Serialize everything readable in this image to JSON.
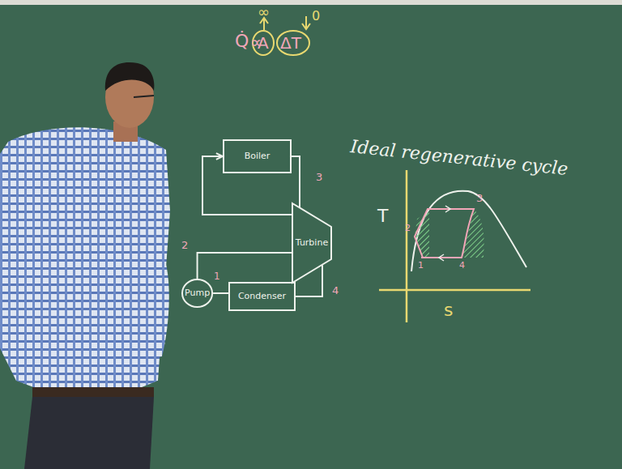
{
  "diagram": {
    "title": "Ideal regenerative cycle",
    "nodes": [
      {
        "text": [
          "Boiler"
        ]
      },
      {
        "text": [
          "Turbine"
        ]
      },
      {
        "text": [
          "Condenser"
        ]
      },
      {
        "text": [
          "Pump"
        ]
      }
    ],
    "edges": [
      {
        "from": 0,
        "to": 1,
        "label": "3",
        "arrow": "none"
      },
      {
        "from": 1,
        "to": 0,
        "arrow": "to"
      },
      {
        "from": 3,
        "to": 1,
        "label": "2",
        "arrow": "none"
      },
      {
        "from": 1,
        "to": 2,
        "label": "4",
        "arrow": "none"
      },
      {
        "from": 2,
        "to": 3,
        "arrow": "none"
      }
    ],
    "labels": [
      "Q̇",
      "∝",
      "A",
      "ΔT",
      "∞",
      "0",
      "1",
      "T",
      "s",
      "3",
      "2",
      "1",
      "4"
    ]
  }
}
